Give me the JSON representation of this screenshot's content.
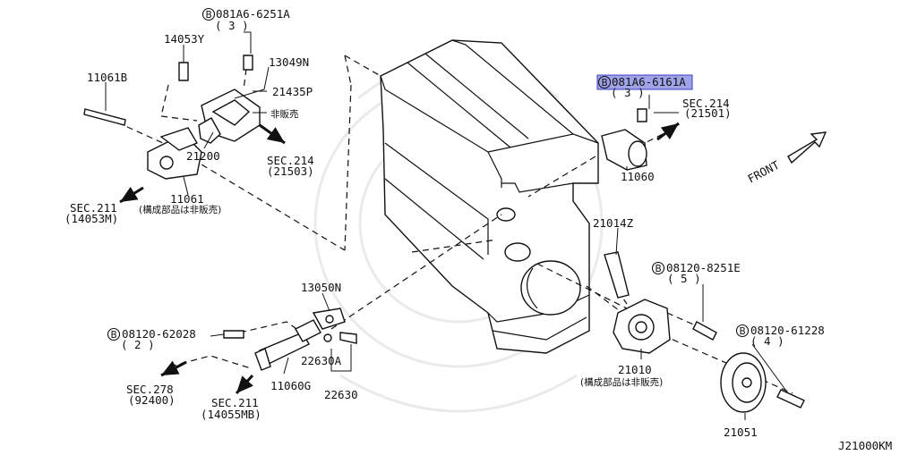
{
  "diagram_code": "J21000KM",
  "highlight_color": "#9fa3e8",
  "callouts": {
    "b_081a6_6251a": {
      "prefix": "B",
      "code": "081A6-6251A",
      "qty": "( 3 )"
    },
    "p_14053y": "14053Y",
    "p_13049n": "13049N",
    "p_21435p": "21435P",
    "not_sold_1": "非販売",
    "p_11061b": "11061B",
    "p_21200": "21200",
    "sec_214_a": {
      "title": "SEC.214",
      "ref": "(21503)"
    },
    "p_11061": "11061",
    "sec_211_a": {
      "title": "SEC.211",
      "ref": "(14053M)"
    },
    "note_11061": "(構成部品は非販売)",
    "b_081a6_6161a": {
      "prefix": "B",
      "code": "081A6-6161A",
      "qty": "( 3 )"
    },
    "sec_214_b": {
      "title": "SEC.214",
      "ref": "(21501)"
    },
    "p_11060": "11060",
    "front": "FRONT",
    "p_21014z": "21014Z",
    "b_08120_8251e": {
      "prefix": "B",
      "code": "08120-8251E",
      "qty": "( 5 )"
    },
    "p_13050n": "13050N",
    "b_08120_62028": {
      "prefix": "B",
      "code": "08120-62028",
      "qty": "( 2 )"
    },
    "b_08120_61228": {
      "prefix": "B",
      "code": "08120-61228",
      "qty": "( 4 )"
    },
    "p_22630a": "22630A",
    "p_22630": "22630",
    "p_11060g": "11060G",
    "sec_278": {
      "title": "SEC.278",
      "ref": "(92400)"
    },
    "sec_211_b": {
      "title": "SEC.211",
      "ref": "(14055MB)"
    },
    "p_21010": "21010",
    "note_21010": "(構成部品は非販売)",
    "p_21051": "21051"
  },
  "icons": [
    "bolt-icon",
    "arrow-icon",
    "bolt-circle-icon"
  ]
}
